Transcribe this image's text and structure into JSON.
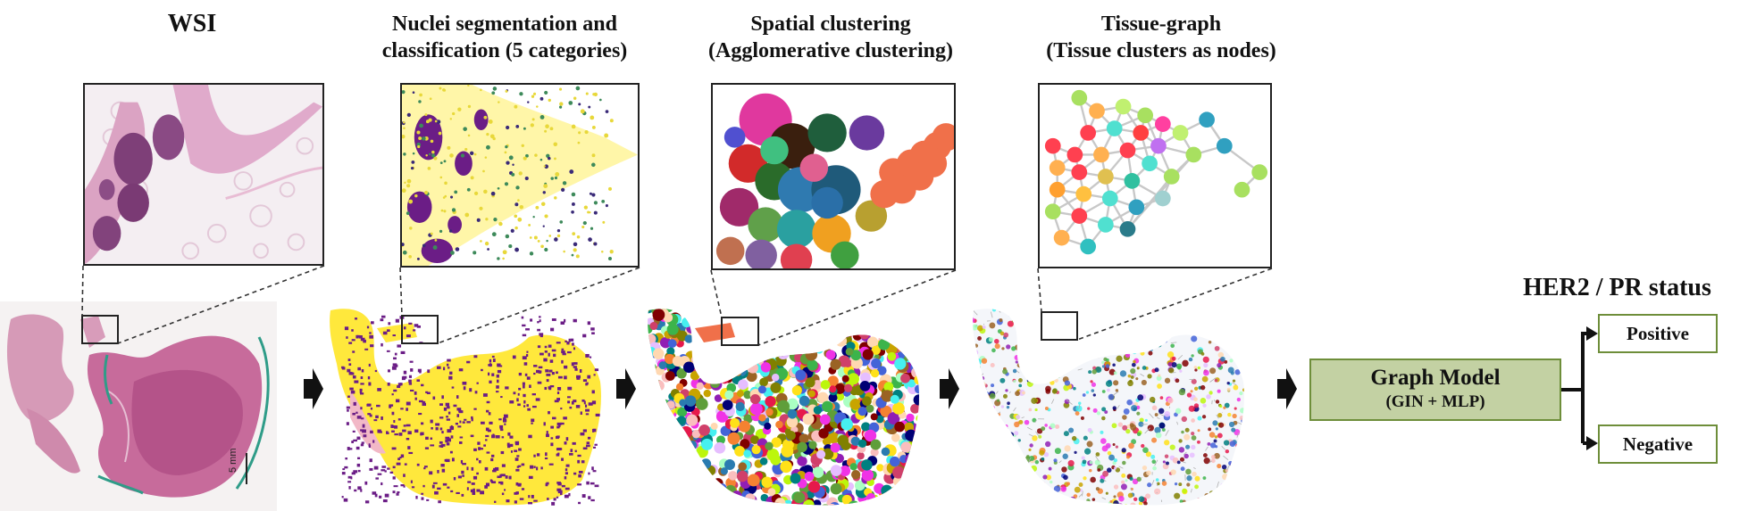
{
  "titles": {
    "wsi": "WSI",
    "nuclei": [
      "Nuclei segmentation and",
      "classification (5 categories)"
    ],
    "spatial": [
      "Spatial clustering",
      "(Agglomerative clustering)"
    ],
    "graph": [
      "Tissue-graph",
      "(Tissue clusters as nodes)"
    ],
    "status": "HER2 / PR status"
  },
  "scale_bar_label": "5 mm",
  "model": {
    "name": "Graph Model",
    "detail": "(GIN + MLP)"
  },
  "outputs": {
    "positive": "Positive",
    "negative": "Negative"
  },
  "colors": {
    "tissue_pink": "#d98fb6",
    "tissue_purple": "#7a3f7e",
    "nuclei_yellow": "#ffe83c",
    "nuclei_purple": "#6b1d86",
    "model_fill": "#c3d1a3",
    "model_border": "#6e8e3a"
  }
}
